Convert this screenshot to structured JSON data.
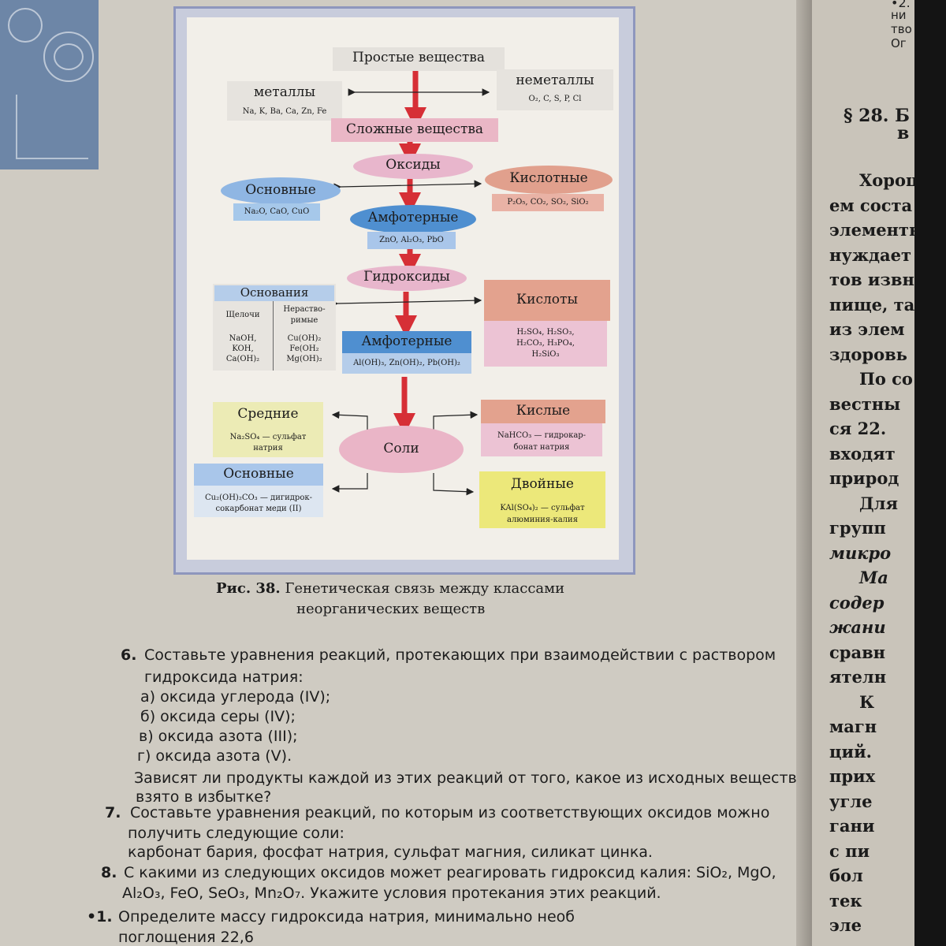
{
  "diagram": {
    "simple": "Простые вещества",
    "metals": {
      "title": "металлы",
      "examples": "Na, K, Ba, Ca, Zn, Fe"
    },
    "nonmetals": {
      "title": "неметаллы",
      "examples": "O₂, C, S, P, Cl"
    },
    "complex": "Сложные вещества",
    "oxides": "Оксиды",
    "basic_oxides": {
      "title": "Основные",
      "examples": "Na₂O, CaO, CuO"
    },
    "acidic_oxides": {
      "title": "Кислотные",
      "examples": "P₂O₅, CO₂, SO₂, SiO₂"
    },
    "amph_oxides": {
      "title": "Амфотерные",
      "examples": "ZnO, Al₂O₃, PbO"
    },
    "hydroxides": "Гидроксиды",
    "bases": {
      "title": "Основания",
      "alkali_header": "Щелочи",
      "insoluble_header_1": "Нераство-",
      "insoluble_header_2": "римые",
      "alkali_1": "NaOH,",
      "alkali_2": "KOH,",
      "alkali_3": "Ca(OH)₂",
      "insol_1": "Cu(OH)₂",
      "insol_2": "Fe(OH₂",
      "insol_3": "Mg(OH)₂"
    },
    "acids": {
      "title": "Кислоты",
      "line1": "H₂SO₄, H₂SO₃,",
      "line2": "H₂CO₃, H₃PO₄,",
      "line3": "H₂SiO₃"
    },
    "amph_hydroxides": {
      "title": "Амфотерные",
      "examples": "Al(OH)₃, Zn(OH)₂, Pb(OH)₂"
    },
    "salts": "Соли",
    "medium_salts": {
      "title": "Средние",
      "line1": "Na₂SO₄ — сульфат",
      "line2": "натрия"
    },
    "acid_salts": {
      "title": "Кислые",
      "line1": "NaHCO₃ — гидрокар-",
      "line2": "бонат натрия"
    },
    "basic_salts": {
      "title": "Основные",
      "line1": "Cu₂(OH)₂CO₃ — дигидрок-",
      "line2": "сокарбонат меди (II)"
    },
    "double_salts": {
      "title": "Двойные",
      "line1": "KAl(SO₄)₂ — сульфат",
      "line2": "алюминия-калия"
    }
  },
  "caption": {
    "label": "Рис. 38.",
    "line1": "Генетическая связь между классами",
    "line2": "неорганических веществ"
  },
  "exercises": [
    {
      "num": "6.",
      "text": "Составьте уравнения реакций, протекающих при взаимодействии с раствором"
    },
    {
      "num": "",
      "text": "гидроксида натрия:"
    },
    {
      "num": "",
      "text": "а) оксида углерода (IV);"
    },
    {
      "num": "",
      "text": "б) оксида серы (IV);"
    },
    {
      "num": "",
      "text": "в) оксида азота (III);"
    },
    {
      "num": "",
      "text": "г) оксида азота (V)."
    },
    {
      "num": "",
      "text": "Зависят ли продукты каждой из этих реакций от того, какое из исходных веществ"
    },
    {
      "num": "",
      "text": "взято в избытке?"
    },
    {
      "num": "7.",
      "text": "Составьте уравнения реакций, по которым из соответствующих оксидов можно"
    },
    {
      "num": "",
      "text": "получить следующие соли:"
    },
    {
      "num": "",
      "text": "карбонат бария, фосфат натрия, сульфат магния, силикат цинка."
    },
    {
      "num": "8.",
      "text": "С какими из следующих оксидов может реагировать гидроксид калия: SiO₂, MgO,"
    },
    {
      "num": "",
      "text": "Al₂O₃, FeO, SeO₃, Mn₂O₇. Укажите условия протекания этих реакций."
    },
    {
      "num": "•1.",
      "text": "Определите массу гидроксида натрия, минимально необ"
    },
    {
      "num": "",
      "text": "поглощения 22,6"
    }
  ],
  "right_page": {
    "heading": "§ 28. Б",
    "heading2": "в",
    "top1": "ни",
    "top2": "тво",
    "top3": "Ог",
    "lines": [
      "Хорош",
      "ем соста",
      "элементы",
      "нуждает",
      "тов извн",
      "пище, та",
      "из элем",
      "здоровь",
      "По со",
      "вестны",
      "ся 22.",
      "входят",
      "природ",
      "Для",
      "групп",
      "микро",
      "Ма",
      "содер",
      "жани",
      "сравн",
      "ятелн",
      "К",
      "магн",
      "ций.",
      "прих",
      "угле",
      "гани",
      "с пи",
      "бол",
      "тек",
      "эле"
    ]
  }
}
